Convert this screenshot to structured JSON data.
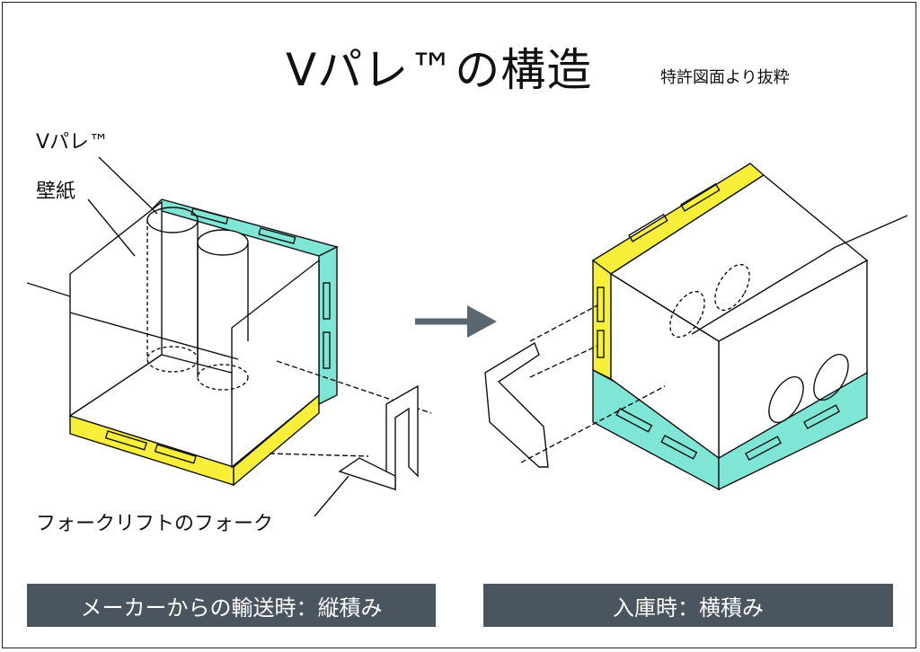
{
  "title": "Vパレ™の構造",
  "subtitle": "特許図面より抜粋",
  "labels": {
    "vpallet": "Vパレ™",
    "wallpaper": "壁紙",
    "fork": "フォークリフトのフォーク"
  },
  "captions": {
    "left": "メーカーからの輸送時：縦積み",
    "right": "入庫時：横積み"
  },
  "colors": {
    "yellow": "#f7ef3a",
    "teal": "#7fe6d6",
    "caption_bg": "#4a5560",
    "arrow": "#5a6670"
  }
}
